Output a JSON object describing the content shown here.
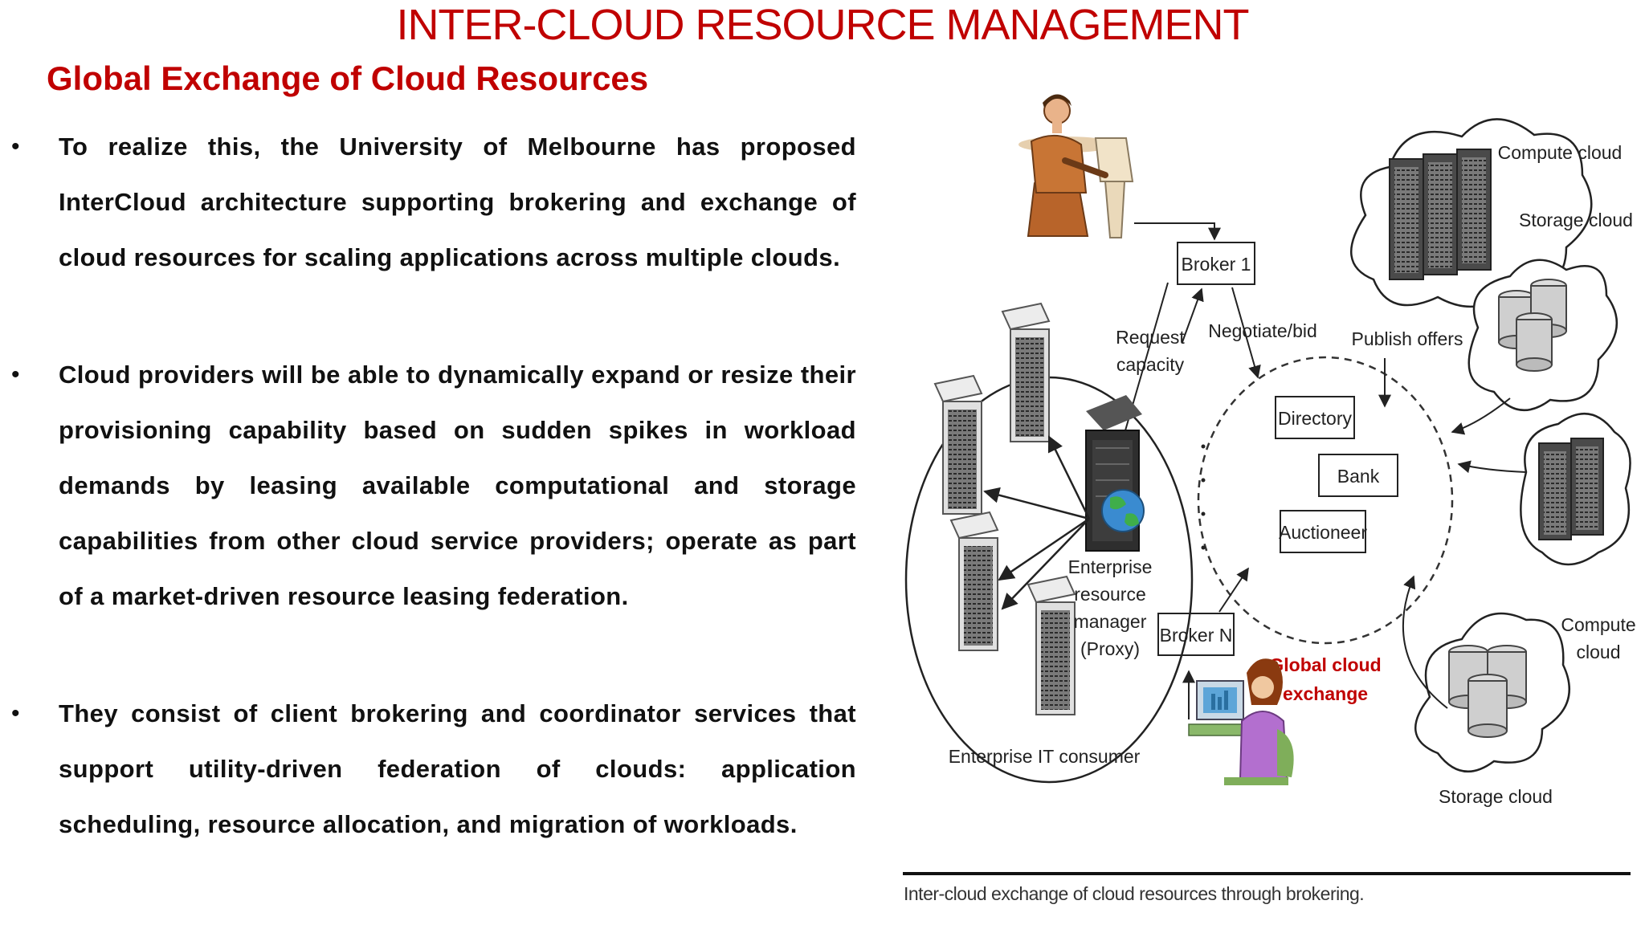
{
  "slide": {
    "title": "INTER-CLOUD RESOURCE MANAGEMENT",
    "subtitle": "Global Exchange of Cloud Resources",
    "bullets": [
      "To realize this, the University of Melbourne has proposed InterCloud architecture supporting brokering and exchange of cloud resources for scaling applications across multiple clouds.",
      "Cloud providers will be able to dynamically expand or resize their provisioning capability based on sudden spikes in workload demands by leasing available computational and storage capabilities from other cloud service providers; operate as part of a market-driven resource leasing federation.",
      "They consist of client brokering and coordinator services that support utility-driven federation of clouds: application scheduling, resource allocation, and migration of workloads."
    ],
    "bullet_symbol": "•"
  },
  "diagram": {
    "broker1": "Broker 1",
    "brokerN": "Broker N",
    "request_capacity": [
      "Request",
      "capacity"
    ],
    "negotiate_bid": "Negotiate/bid",
    "publish_offers": "Publish offers",
    "directory": "Directory",
    "bank": "Bank",
    "auctioneer": "Auctioneer",
    "global_exchange": [
      "Global cloud",
      "exchange"
    ],
    "compute_cloud_top": "Compute cloud",
    "storage_cloud_top": "Storage cloud",
    "compute_cloud_right": [
      "Compute",
      "cloud"
    ],
    "storage_cloud_bottom": "Storage cloud",
    "erm": [
      "Enterprise",
      "resource",
      "manager",
      "(Proxy)"
    ],
    "enterprise_consumer": "Enterprise IT consumer",
    "caption": "Inter-cloud exchange of cloud resources through brokering.",
    "colors": {
      "accent_red": "#c00000",
      "line": "#222222",
      "cloud_fill": "#ffffff",
      "server_dark": "#3a3a3a"
    }
  }
}
